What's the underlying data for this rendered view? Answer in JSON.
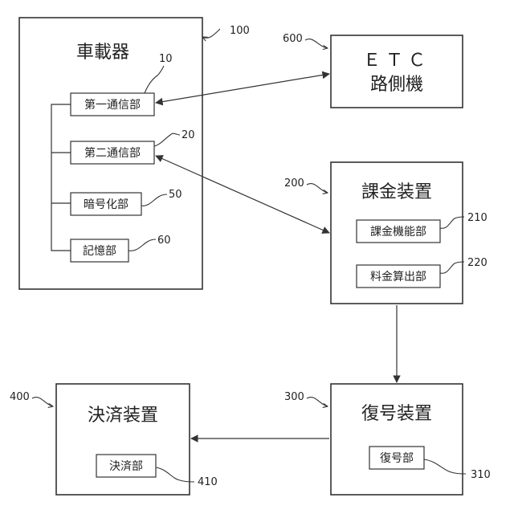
{
  "blocks": {
    "onboard": {
      "title": "車載器",
      "ref": "100"
    },
    "etc": {
      "title_line1": "ＥＴＣ",
      "title_line2": "路側機",
      "ref": "600"
    },
    "billing": {
      "title": "課金装置",
      "ref": "200"
    },
    "decrypt": {
      "title": "復号装置",
      "ref": "300"
    },
    "settlement": {
      "title": "決済装置",
      "ref": "400"
    }
  },
  "units": {
    "comm1": {
      "label": "第一通信部",
      "ref": "10"
    },
    "comm2": {
      "label": "第二通信部",
      "ref": "20"
    },
    "encrypt": {
      "label": "暗号化部",
      "ref": "50"
    },
    "memory": {
      "label": "記憶部",
      "ref": "60"
    },
    "billing_func": {
      "label": "課金機能部",
      "ref": "210"
    },
    "fee_calc": {
      "label": "料金算出部",
      "ref": "220"
    },
    "decrypt_unit": {
      "label": "復号部",
      "ref": "310"
    },
    "settle_unit": {
      "label": "決済部",
      "ref": "410"
    }
  }
}
